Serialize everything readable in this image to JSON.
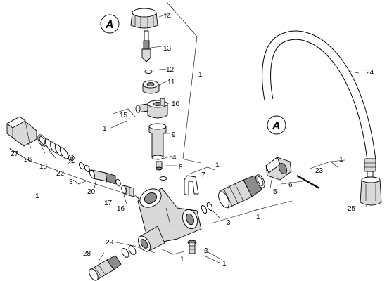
{
  "diagram": {
    "reference_mark": "A",
    "part_labels": [
      "1",
      "2",
      "3",
      "4",
      "5",
      "6",
      "7",
      "8",
      "9",
      "10",
      "11",
      "12",
      "13",
      "14",
      "15",
      "16",
      "17",
      "18",
      "20",
      "22",
      "23",
      "24",
      "25",
      "26",
      "27",
      "28",
      "29"
    ],
    "group_labels": {
      "one": "1",
      "three": "3"
    }
  }
}
